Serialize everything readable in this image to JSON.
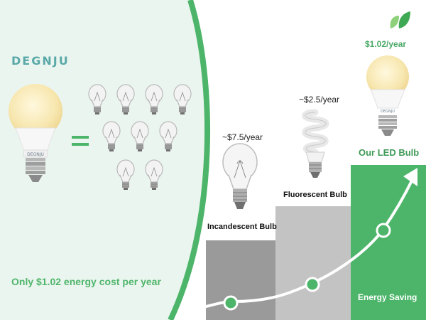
{
  "brand": {
    "name": "DEGNJU"
  },
  "tagline": "Only $1.02 energy cost per year",
  "equals": "=",
  "bulbs": {
    "incandescent": {
      "price": "~$7.5/year",
      "name": "Incandescent Bulb"
    },
    "fluorescent": {
      "price": "~$2.5/year",
      "name": "Fluorescent Bulb"
    },
    "led": {
      "price": "$1.02/year",
      "name": "Our LED Bulb",
      "label": "DEGNJU"
    }
  },
  "steps": {
    "top_label": "Energy Saving"
  },
  "icons": {
    "leaf": "leaf-icon",
    "arrow": "arrow-up-right-icon"
  },
  "colors": {
    "green": "#4db56a",
    "mint_bg": "#ebf5ef",
    "dark_grey": "#9a9a9a",
    "light_grey": "#c3c3c3"
  }
}
